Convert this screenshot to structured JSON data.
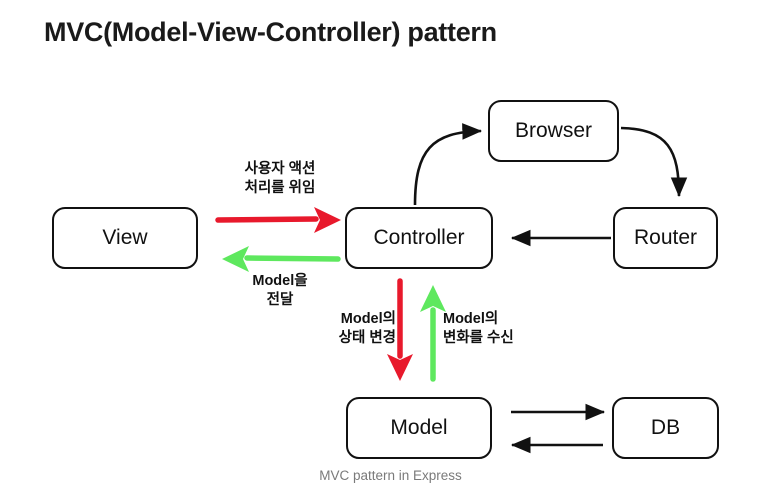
{
  "title": "MVC(Model-View-Controller) pattern",
  "caption": "MVC pattern in Express",
  "colors": {
    "stroke": "#111111",
    "red_arrow": "#e8192c",
    "green_arrow": "#5ee85e",
    "caption_text": "#7a7a7a",
    "background": "#ffffff"
  },
  "nodes": {
    "view": "View",
    "controller": "Controller",
    "browser": "Browser",
    "router": "Router",
    "model": "Model",
    "db": "DB"
  },
  "annotations": {
    "delegate": "사용자 액션\n처리를 위임",
    "pass_model": "Model을\n전달",
    "state_change": "Model의\n상태 변경",
    "notify_change": "Model의\n변화를 수신"
  },
  "diagram_data": {
    "type": "diagram",
    "edges": [
      {
        "from": "View",
        "to": "Controller",
        "color": "#e8192c",
        "style": "hand-drawn-straight",
        "label": "사용자 액션 처리를 위임"
      },
      {
        "from": "Controller",
        "to": "View",
        "color": "#5ee85e",
        "style": "hand-drawn-straight",
        "label": "Model을 전달"
      },
      {
        "from": "Controller",
        "to": "Browser",
        "color": "#111111",
        "style": "curved"
      },
      {
        "from": "Browser",
        "to": "Router",
        "color": "#111111",
        "style": "curved"
      },
      {
        "from": "Router",
        "to": "Controller",
        "color": "#111111",
        "style": "straight"
      },
      {
        "from": "Controller",
        "to": "Model",
        "color": "#e8192c",
        "style": "hand-drawn-straight",
        "label": "Model의 상태 변경"
      },
      {
        "from": "Model",
        "to": "Controller",
        "color": "#5ee85e",
        "style": "hand-drawn-straight",
        "label": "Model의 변화를 수신"
      },
      {
        "from": "Model",
        "to": "DB",
        "color": "#111111",
        "style": "straight"
      },
      {
        "from": "DB",
        "to": "Model",
        "color": "#111111",
        "style": "straight"
      }
    ]
  }
}
